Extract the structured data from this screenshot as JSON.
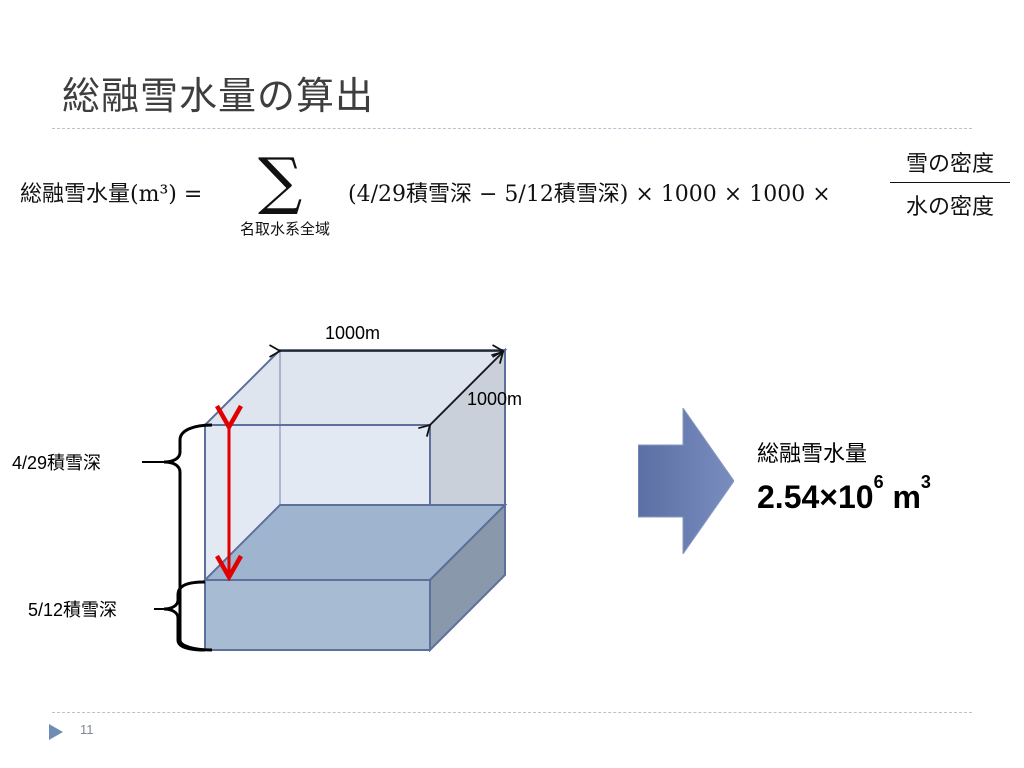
{
  "title": "総融雪水量の算出",
  "formula": {
    "lhs": "総融雪水量(m³) =",
    "sum_symbol": "∑",
    "sum_subscript": "名取水系全域",
    "body": "(4/29積雪深 − 5/12積雪深) × 1000 × 1000 ×",
    "fraction_numerator": "雪の密度",
    "fraction_denominator": "水の密度"
  },
  "diagram": {
    "dimension_width": "1000m",
    "dimension_depth": "1000m",
    "label_upper": "4/29積雪深",
    "label_lower": "5/12積雪深"
  },
  "result": {
    "label": "総融雪水量",
    "value": "2.54×10",
    "exponent": "6",
    "unit": "m",
    "unit_exponent": "3"
  },
  "page_number": "11",
  "colors": {
    "box_face": "#c9d3e3",
    "box_edge": "#5d6f9b",
    "snow_block": "#a9bdd5",
    "red_arrow": "#e00000",
    "big_arrow": "#6b7fb2"
  }
}
